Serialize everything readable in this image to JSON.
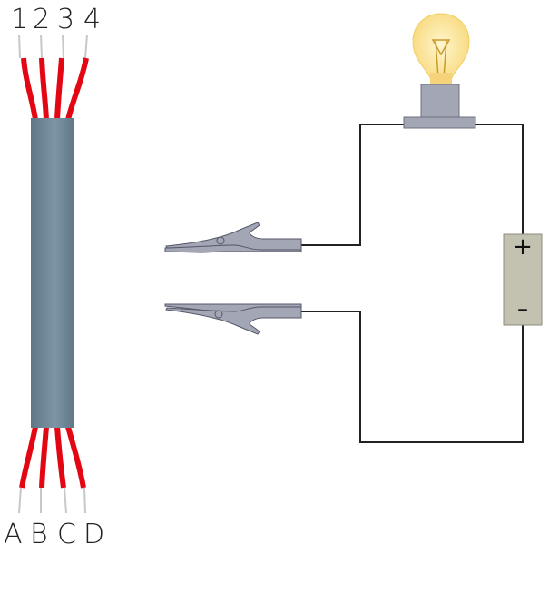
{
  "cable": {
    "top_labels": [
      "1",
      "2",
      "3",
      "4"
    ],
    "bottom_labels": [
      "A",
      "B",
      "C",
      "D"
    ]
  },
  "battery": {
    "plus_symbol": "+",
    "minus_symbol": "–"
  },
  "colors": {
    "cable_sheath": "#6e8796",
    "wire_insulation": "#e30613",
    "wire_core": "#c8c8c8",
    "clip": "#a3a6b4",
    "battery": "#c3c2b0",
    "bulb_glass": "#fde79a",
    "bulb_socket": "#a3a6b4",
    "circuit_wire": "#222222"
  },
  "icons": [
    "cable-icon",
    "alligator-clip-icon",
    "light-bulb-icon",
    "battery-icon"
  ]
}
